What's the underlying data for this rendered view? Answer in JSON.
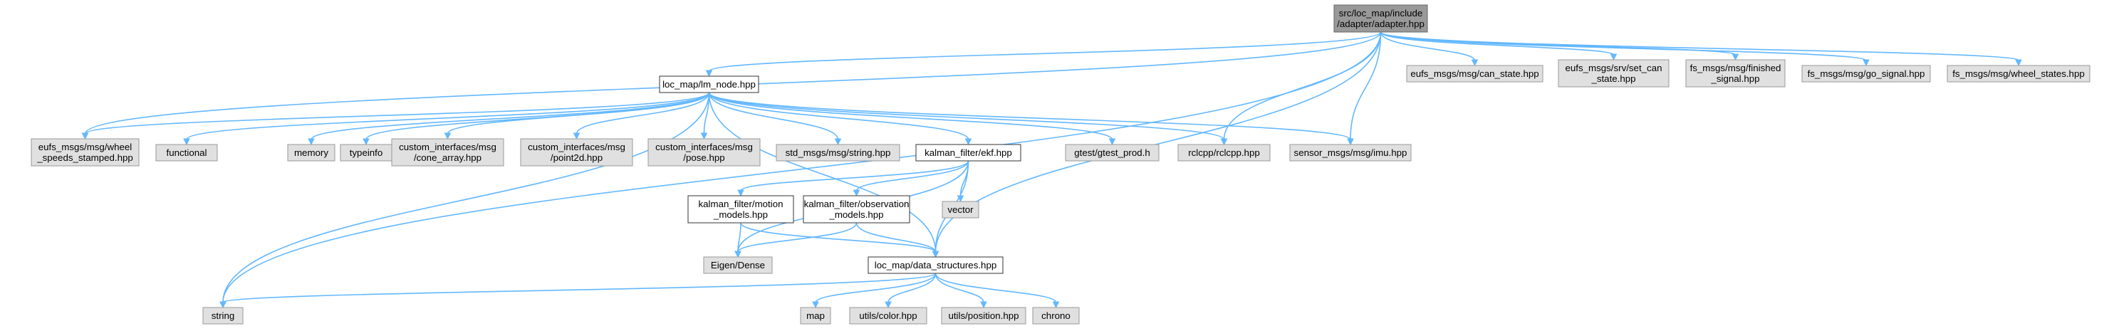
{
  "diagram": {
    "edge_color": "#63b8ff",
    "node_styles": {
      "root": {
        "fill": "#999999",
        "stroke": "#666666"
      },
      "local": {
        "fill": "#ffffff",
        "stroke": "#333333"
      },
      "external": {
        "fill": "#e0e0e0",
        "stroke": "#999999"
      }
    },
    "nodes": [
      {
        "id": "adapter",
        "lines": [
          "src/loc_map/include",
          "/adapter/adapter.hpp"
        ],
        "style": "root"
      },
      {
        "id": "lm_node",
        "lines": [
          "loc_map/lm_node.hpp"
        ],
        "style": "local"
      },
      {
        "id": "wheel_speeds",
        "lines": [
          "eufs_msgs/msg/wheel",
          "_speeds_stamped.hpp"
        ],
        "style": "external"
      },
      {
        "id": "functional",
        "lines": [
          "functional"
        ],
        "style": "external"
      },
      {
        "id": "memory",
        "lines": [
          "memory"
        ],
        "style": "external"
      },
      {
        "id": "typeinfo",
        "lines": [
          "typeinfo"
        ],
        "style": "external"
      },
      {
        "id": "cone_array",
        "lines": [
          "custom_interfaces/msg",
          "/cone_array.hpp"
        ],
        "style": "external"
      },
      {
        "id": "point2d",
        "lines": [
          "custom_interfaces/msg",
          "/point2d.hpp"
        ],
        "style": "external"
      },
      {
        "id": "pose",
        "lines": [
          "custom_interfaces/msg",
          "/pose.hpp"
        ],
        "style": "external"
      },
      {
        "id": "std_string",
        "lines": [
          "std_msgs/msg/string.hpp"
        ],
        "style": "external"
      },
      {
        "id": "ekf",
        "lines": [
          "kalman_filter/ekf.hpp"
        ],
        "style": "local"
      },
      {
        "id": "gtest",
        "lines": [
          "gtest/gtest_prod.h"
        ],
        "style": "external"
      },
      {
        "id": "rclcpp",
        "lines": [
          "rclcpp/rclcpp.hpp"
        ],
        "style": "external"
      },
      {
        "id": "imu",
        "lines": [
          "sensor_msgs/msg/imu.hpp"
        ],
        "style": "external"
      },
      {
        "id": "can_state",
        "lines": [
          "eufs_msgs/msg/can_state.hpp"
        ],
        "style": "external"
      },
      {
        "id": "set_can_state",
        "lines": [
          "eufs_msgs/srv/set_can",
          "_state.hpp"
        ],
        "style": "external"
      },
      {
        "id": "finished_signal",
        "lines": [
          "fs_msgs/msg/finished",
          "_signal.hpp"
        ],
        "style": "external"
      },
      {
        "id": "go_signal",
        "lines": [
          "fs_msgs/msg/go_signal.hpp"
        ],
        "style": "external"
      },
      {
        "id": "wheel_states",
        "lines": [
          "fs_msgs/msg/wheel_states.hpp"
        ],
        "style": "external"
      },
      {
        "id": "motion_models",
        "lines": [
          "kalman_filter/motion",
          "_models.hpp"
        ],
        "style": "local"
      },
      {
        "id": "observation_models",
        "lines": [
          "kalman_filter/observation",
          "_models.hpp"
        ],
        "style": "local"
      },
      {
        "id": "vector",
        "lines": [
          "vector"
        ],
        "style": "external"
      },
      {
        "id": "eigen",
        "lines": [
          "Eigen/Dense"
        ],
        "style": "external"
      },
      {
        "id": "data_structures",
        "lines": [
          "loc_map/data_structures.hpp"
        ],
        "style": "local"
      },
      {
        "id": "string",
        "lines": [
          "string"
        ],
        "style": "external"
      },
      {
        "id": "map",
        "lines": [
          "map"
        ],
        "style": "external"
      },
      {
        "id": "color",
        "lines": [
          "utils/color.hpp"
        ],
        "style": "external"
      },
      {
        "id": "position",
        "lines": [
          "utils/position.hpp"
        ],
        "style": "external"
      },
      {
        "id": "chrono",
        "lines": [
          "chrono"
        ],
        "style": "external"
      }
    ],
    "edges": [
      [
        "adapter",
        "lm_node"
      ],
      [
        "adapter",
        "wheel_speeds"
      ],
      [
        "adapter",
        "string"
      ],
      [
        "adapter",
        "rclcpp"
      ],
      [
        "adapter",
        "imu"
      ],
      [
        "adapter",
        "data_structures"
      ],
      [
        "adapter",
        "can_state"
      ],
      [
        "adapter",
        "set_can_state"
      ],
      [
        "adapter",
        "finished_signal"
      ],
      [
        "adapter",
        "go_signal"
      ],
      [
        "adapter",
        "wheel_states"
      ],
      [
        "lm_node",
        "wheel_speeds"
      ],
      [
        "lm_node",
        "functional"
      ],
      [
        "lm_node",
        "memory"
      ],
      [
        "lm_node",
        "typeinfo"
      ],
      [
        "lm_node",
        "cone_array"
      ],
      [
        "lm_node",
        "point2d"
      ],
      [
        "lm_node",
        "pose"
      ],
      [
        "lm_node",
        "std_string"
      ],
      [
        "lm_node",
        "ekf"
      ],
      [
        "lm_node",
        "gtest"
      ],
      [
        "lm_node",
        "rclcpp"
      ],
      [
        "lm_node",
        "imu"
      ],
      [
        "lm_node",
        "string"
      ],
      [
        "lm_node",
        "data_structures"
      ],
      [
        "ekf",
        "motion_models"
      ],
      [
        "ekf",
        "observation_models"
      ],
      [
        "ekf",
        "vector"
      ],
      [
        "ekf",
        "eigen"
      ],
      [
        "ekf",
        "data_structures"
      ],
      [
        "motion_models",
        "eigen"
      ],
      [
        "motion_models",
        "data_structures"
      ],
      [
        "observation_models",
        "eigen"
      ],
      [
        "observation_models",
        "data_structures"
      ],
      [
        "data_structures",
        "string"
      ],
      [
        "data_structures",
        "map"
      ],
      [
        "data_structures",
        "color"
      ],
      [
        "data_structures",
        "position"
      ],
      [
        "data_structures",
        "chrono"
      ]
    ]
  }
}
